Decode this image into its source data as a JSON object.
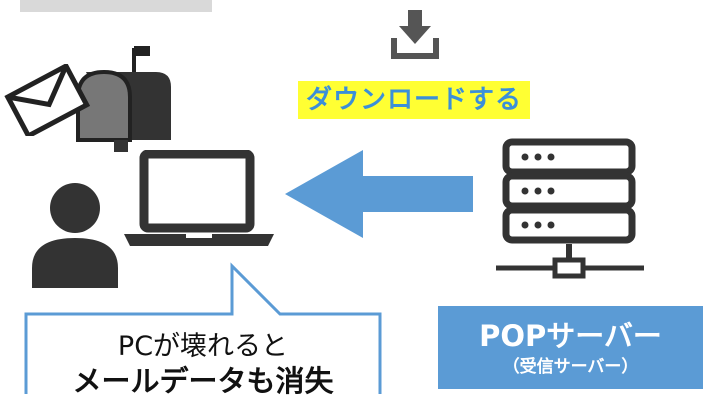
{
  "download": {
    "label": "ダウンロードする"
  },
  "callout": {
    "line1": "PCが壊れると",
    "line2": "メールデータも消失"
  },
  "server": {
    "title": "POPサーバー",
    "subtitle": "（受信サーバー）"
  },
  "colors": {
    "arrow": "#5b9bd5",
    "server_box": "#5b9bd5",
    "highlight": "#ffff33",
    "highlight_text": "#3b8fd9",
    "icon_dark": "#333333"
  },
  "icons": [
    "download-icon",
    "mailbox-icon",
    "envelope-icon",
    "laptop-icon",
    "person-icon",
    "server-icon",
    "left-arrow"
  ]
}
